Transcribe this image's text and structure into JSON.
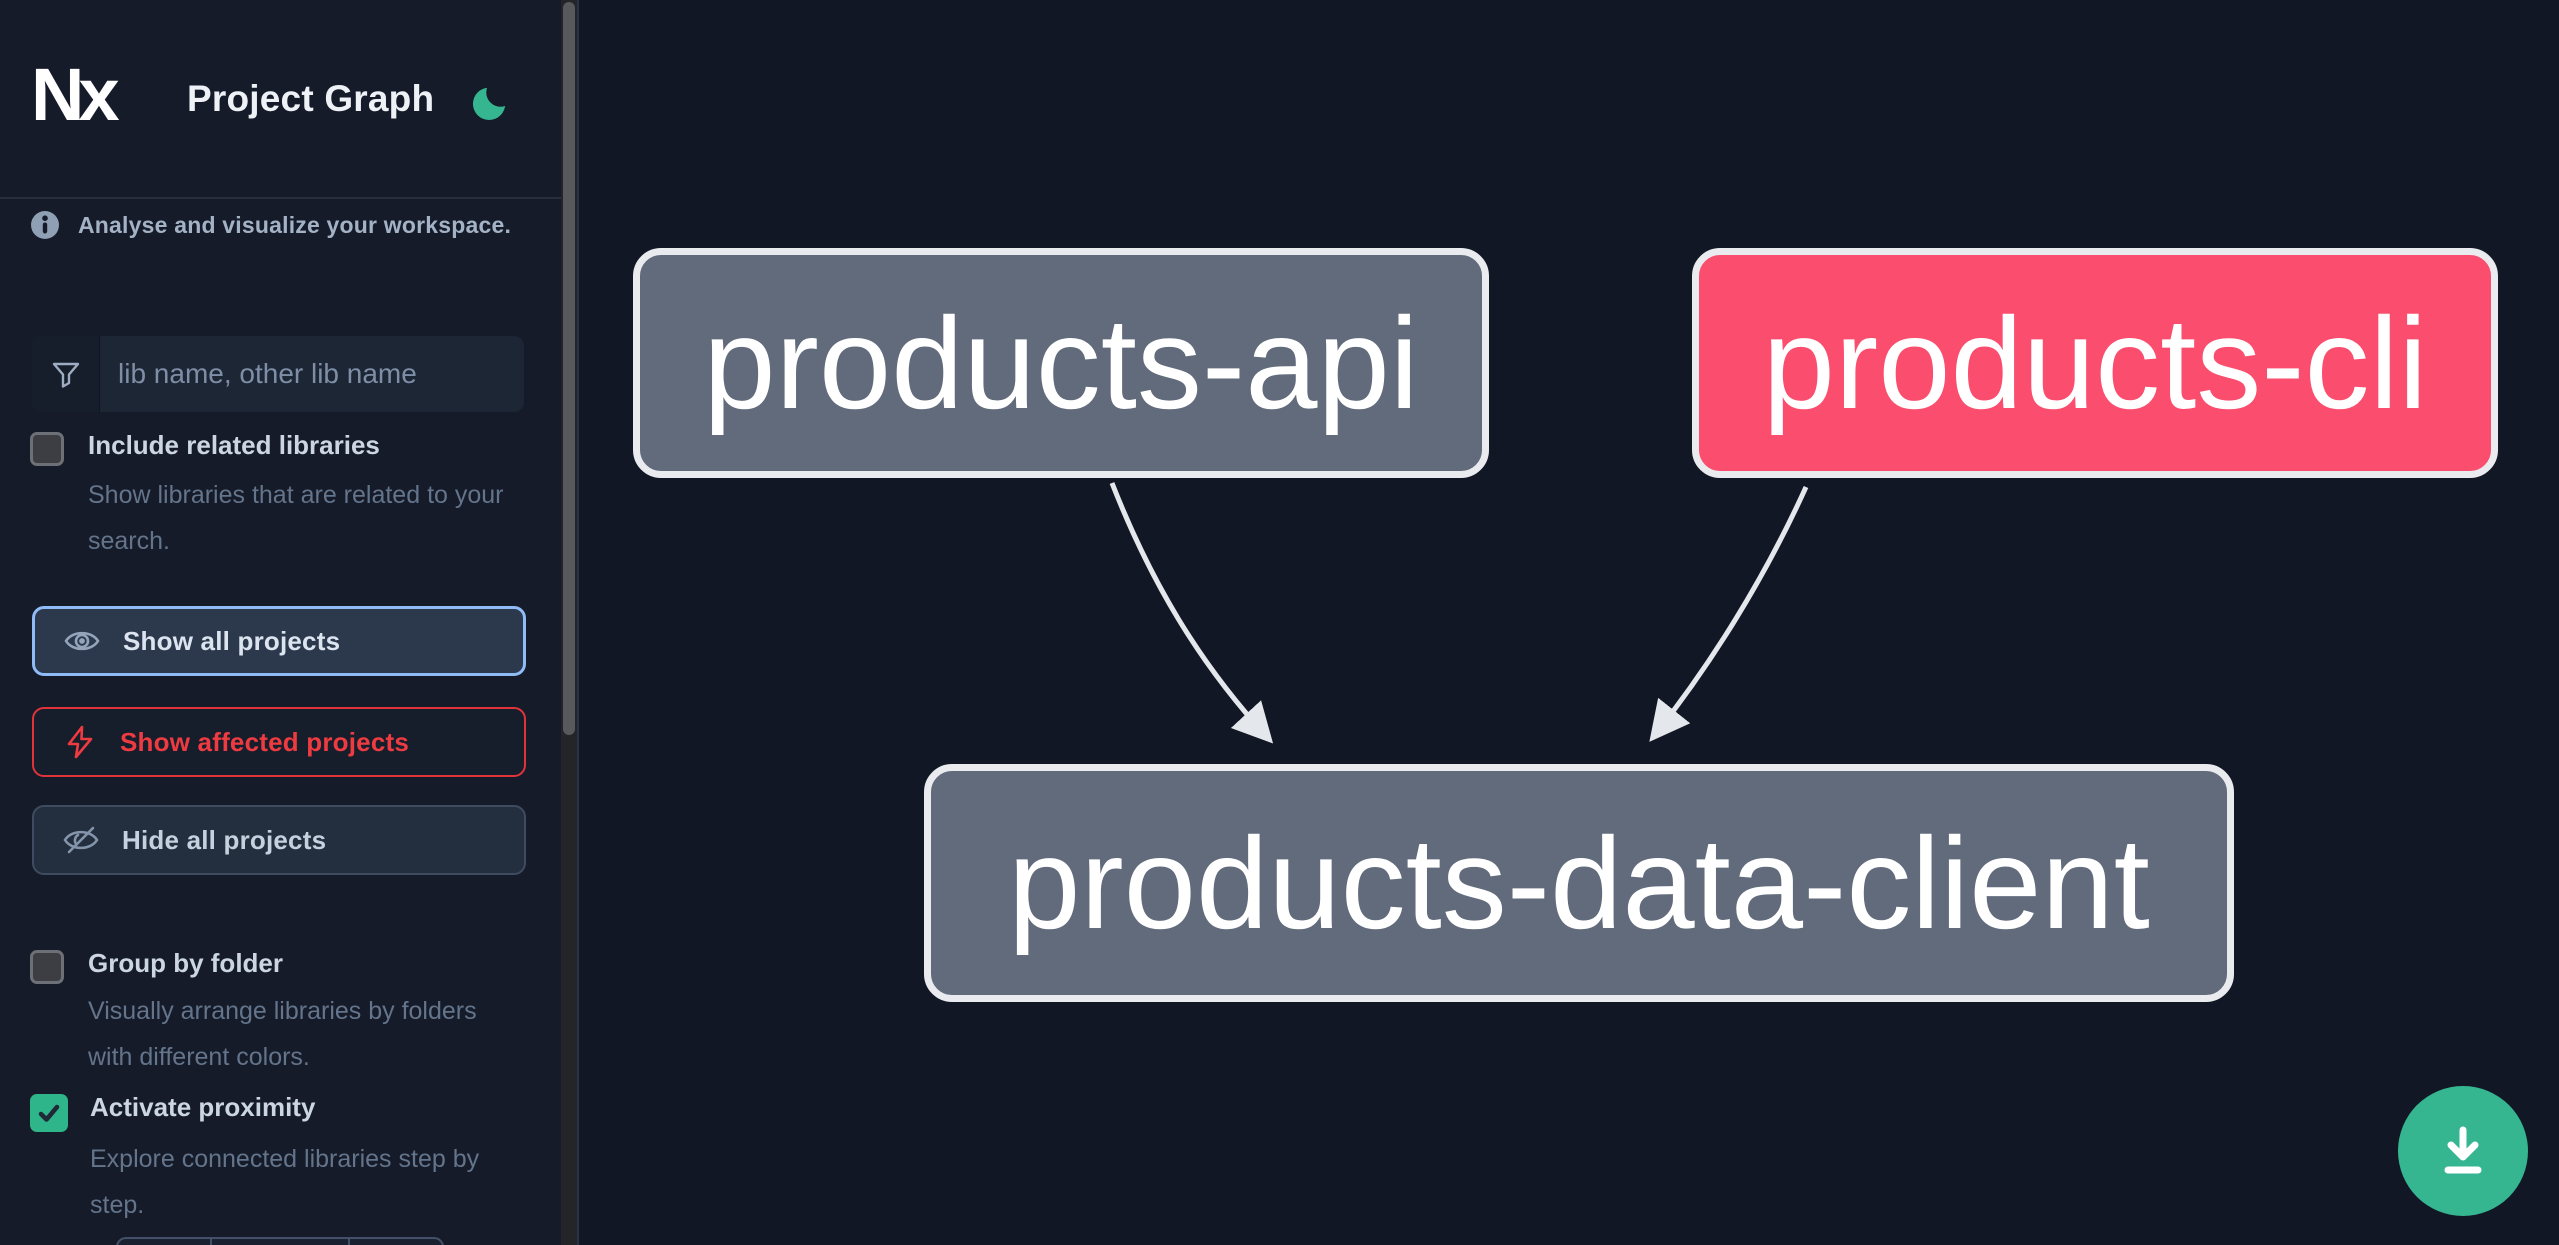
{
  "header": {
    "logo_text": "Nx",
    "title": "Project Graph"
  },
  "sidebar": {
    "tagline": "Analyse and visualize your workspace.",
    "search": {
      "placeholder": "lib name, other lib name"
    },
    "options": [
      {
        "label": "Include related libraries",
        "description": "Show libraries that are related to your search.",
        "checked": false
      },
      {
        "label": "Group by folder",
        "description": "Visually arrange libraries by folders with different colors.",
        "checked": false
      },
      {
        "label": "Activate proximity",
        "description": "Explore connected libraries step by step.",
        "checked": true
      }
    ],
    "actions": [
      {
        "label": "Show all projects",
        "icon": "eye-icon",
        "state": "focused"
      },
      {
        "label": "Show affected projects",
        "icon": "bolt-icon",
        "state": "affected"
      },
      {
        "label": "Hide all projects",
        "icon": "eye-off-icon",
        "state": "default"
      }
    ]
  },
  "graph": {
    "nodes": [
      {
        "id": "products-api",
        "label": "products-api",
        "state": "normal"
      },
      {
        "id": "products-cli",
        "label": "products-cli",
        "state": "affected"
      },
      {
        "id": "products-data-client",
        "label": "products-data-client",
        "state": "normal"
      }
    ],
    "edges": [
      {
        "source": "products-api",
        "target": "products-data-client"
      },
      {
        "source": "products-cli",
        "target": "products-data-client"
      }
    ]
  },
  "colors": {
    "accent_green": "#35b691",
    "affected_node_pink": "#fb4d6e",
    "node_gray": "#626b7b",
    "focus_border_blue": "#8fbbf7",
    "alert_red": "#ee3b41",
    "sidebar_bg": "#151b29",
    "canvas_bg": "#121725"
  }
}
